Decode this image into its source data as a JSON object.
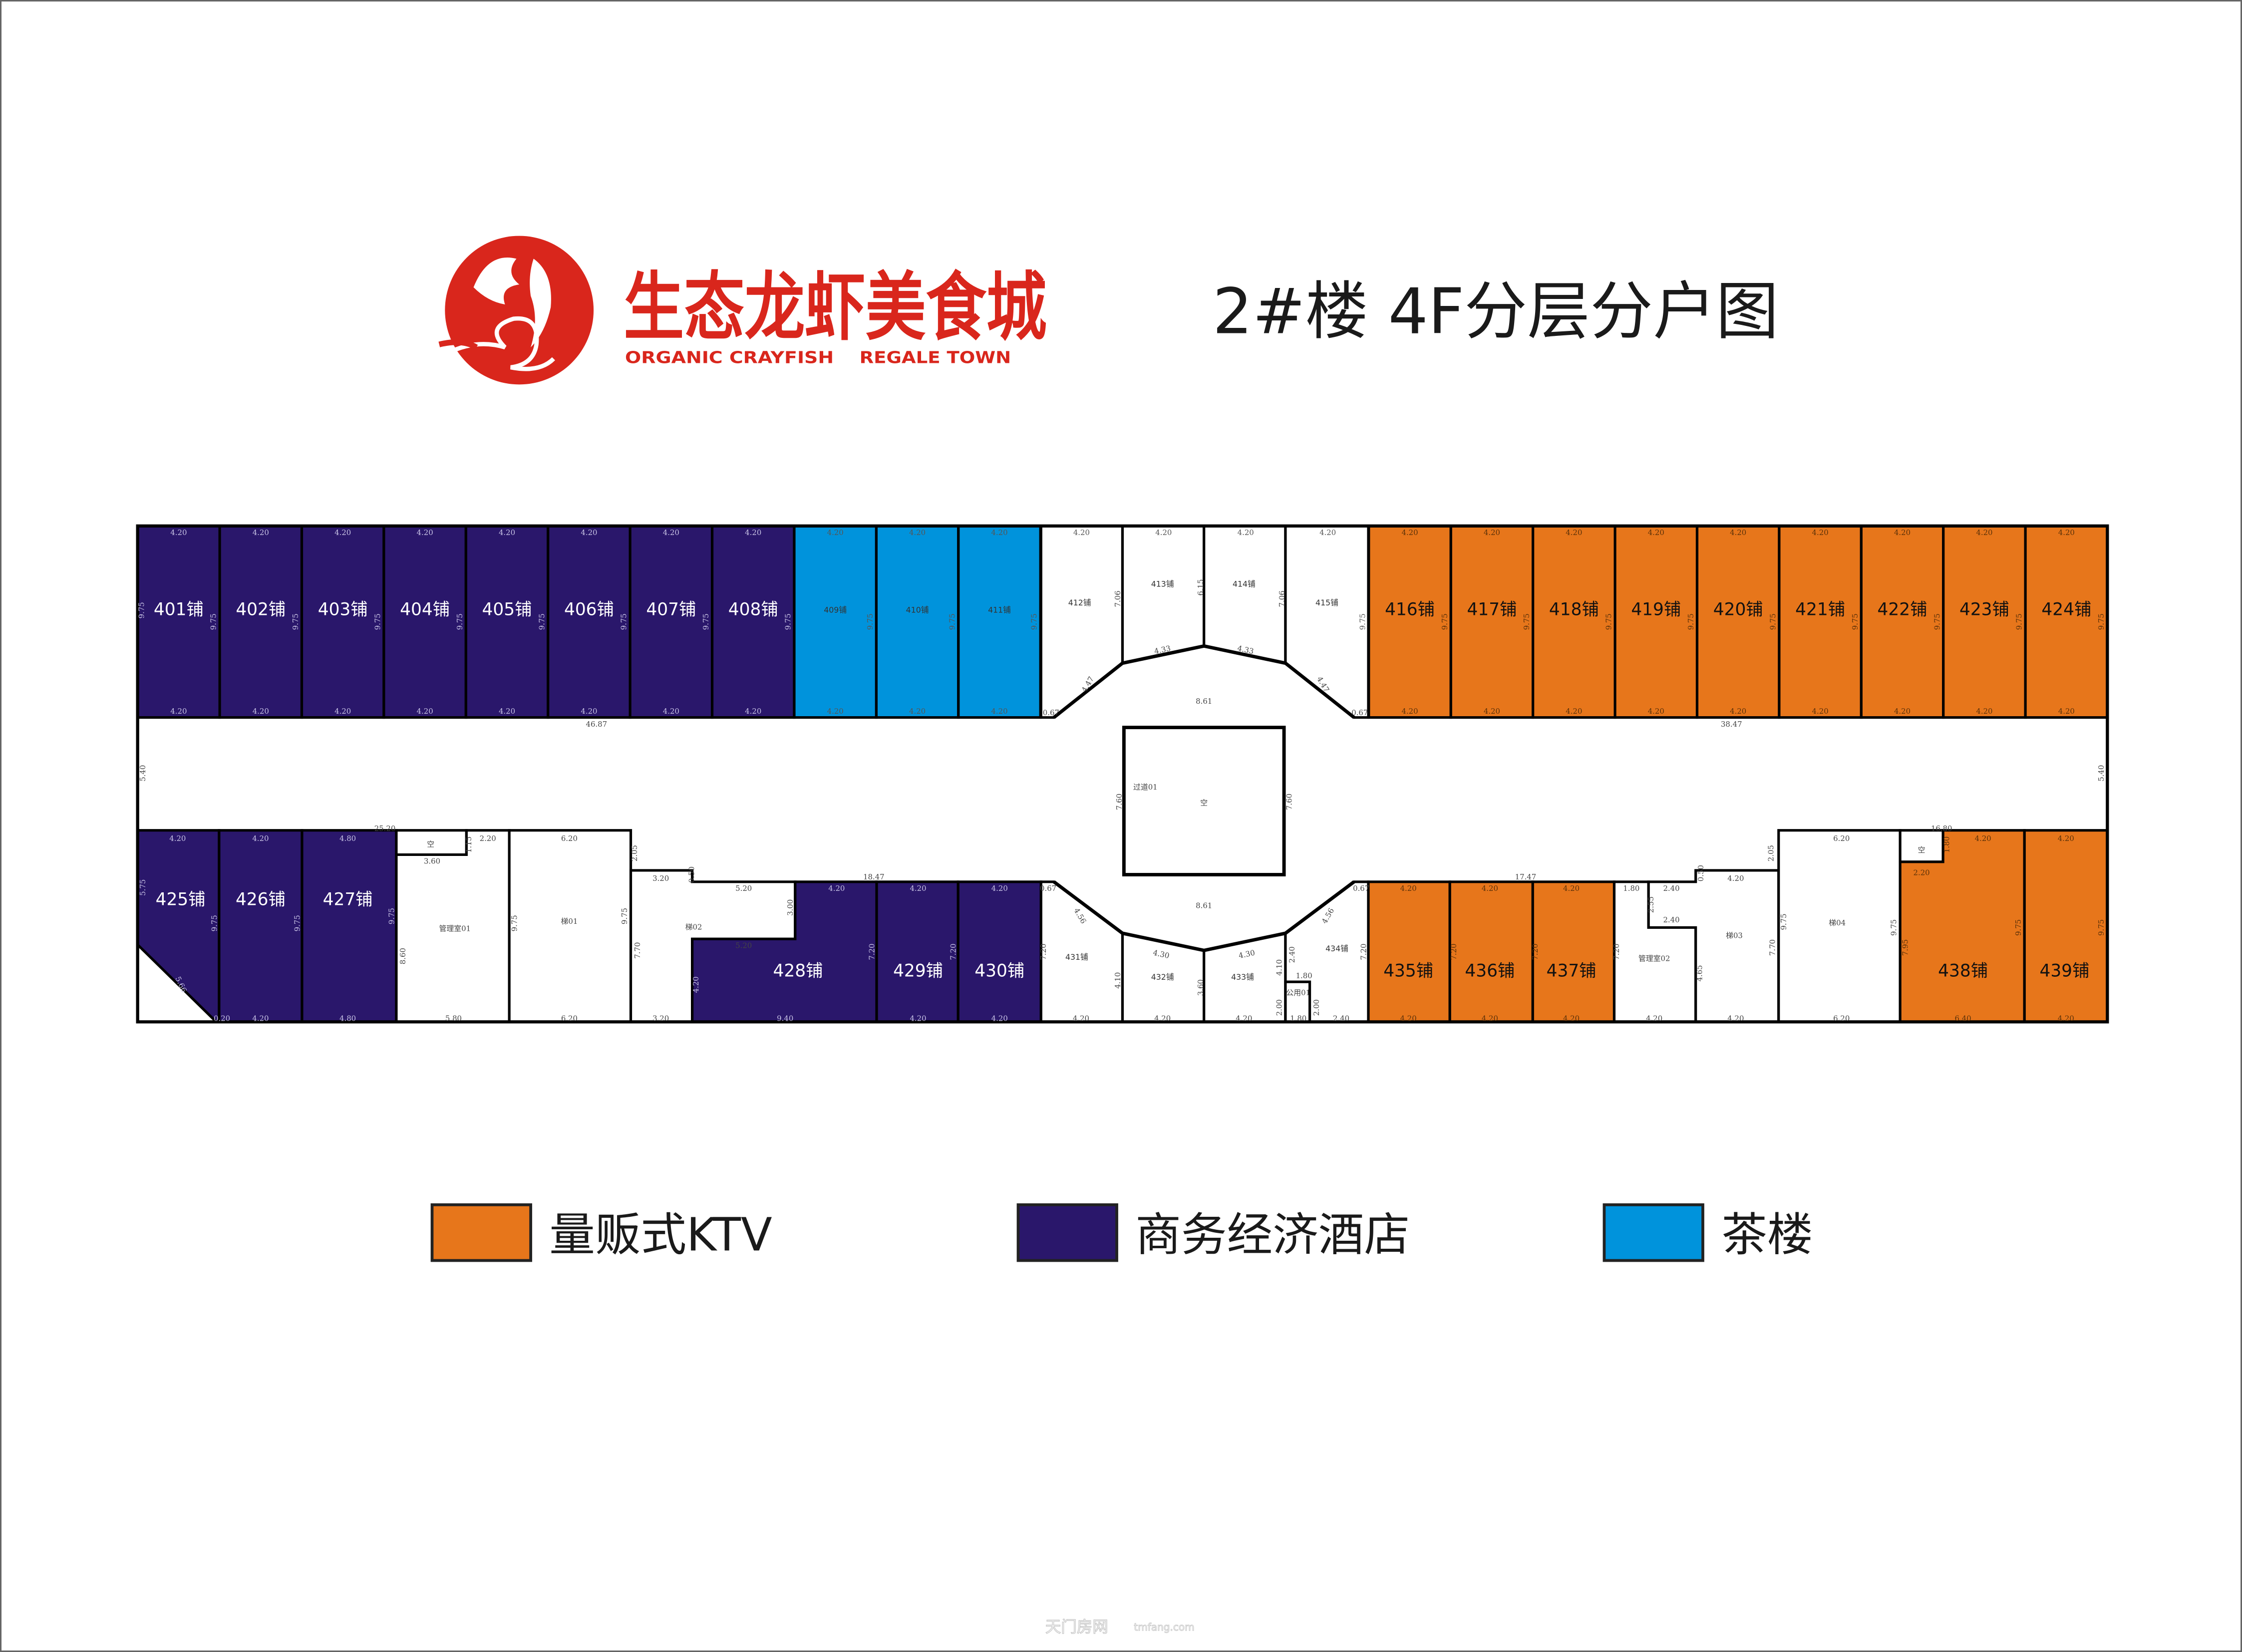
{
  "colors": {
    "ktv": "#e7761b",
    "hotel": "#2a176b",
    "tea": "#0093dc",
    "none": "#ffffff",
    "brand": "#d9261c"
  },
  "logo": {
    "name_cn": "生态龙虾美食城",
    "name_en_1": "ORGANIC CRAYFISH",
    "name_en_2": "REGALE TOWN"
  },
  "title": "2#楼 4F分层分户图",
  "legend": [
    {
      "type": "ktv",
      "label": "量贩式KTV"
    },
    {
      "type": "hotel",
      "label": "商务经济酒店"
    },
    {
      "type": "tea",
      "label": "茶楼"
    }
  ],
  "watermark": {
    "cn": "天门房网",
    "en": "tmfang.com"
  },
  "top_units": [
    {
      "id": "401",
      "label": "401铺",
      "type": "hotel",
      "dims": {
        "top": "4.20",
        "bottom": "4.20",
        "side": "9.75"
      }
    },
    {
      "id": "402",
      "label": "402铺",
      "type": "hotel",
      "dims": {
        "top": "4.20",
        "bottom": "4.20",
        "side": "9.75"
      }
    },
    {
      "id": "403",
      "label": "403铺",
      "type": "hotel",
      "dims": {
        "top": "4.20",
        "bottom": "4.20",
        "side": "9.75"
      }
    },
    {
      "id": "404",
      "label": "404铺",
      "type": "hotel",
      "dims": {
        "top": "4.20",
        "bottom": "4.20",
        "side": "9.75"
      }
    },
    {
      "id": "405",
      "label": "405铺",
      "type": "hotel",
      "dims": {
        "top": "4.20",
        "bottom": "4.20",
        "side": "9.75"
      }
    },
    {
      "id": "406",
      "label": "406铺",
      "type": "hotel",
      "dims": {
        "top": "4.20",
        "bottom": "4.20",
        "side": "9.75"
      }
    },
    {
      "id": "407",
      "label": "407铺",
      "type": "hotel",
      "dims": {
        "top": "4.20",
        "bottom": "4.20",
        "side": "9.75"
      }
    },
    {
      "id": "408",
      "label": "408铺",
      "type": "hotel",
      "dims": {
        "top": "4.20",
        "bottom": "4.20",
        "side": "9.75"
      }
    },
    {
      "id": "409",
      "label": "409铺",
      "type": "tea",
      "dims": {
        "top": "4.20",
        "bottom": "4.20",
        "side": "9.75"
      }
    },
    {
      "id": "410",
      "label": "410铺",
      "type": "tea",
      "dims": {
        "top": "4.20",
        "bottom": "4.20",
        "side": "9.75"
      }
    },
    {
      "id": "411",
      "label": "411铺",
      "type": "tea",
      "dims": {
        "top": "4.20",
        "bottom": "4.20",
        "side": "9.75"
      }
    },
    {
      "id": "412",
      "label": "412铺",
      "type": "none",
      "dims": {
        "top": "4.20"
      }
    },
    {
      "id": "413",
      "label": "413铺",
      "type": "none",
      "dims": {
        "top": "4.20"
      }
    },
    {
      "id": "414",
      "label": "414铺",
      "type": "none",
      "dims": {
        "top": "4.20"
      }
    },
    {
      "id": "415",
      "label": "415铺",
      "type": "none",
      "dims": {
        "top": "4.20",
        "side": "9.75"
      }
    },
    {
      "id": "416",
      "label": "416铺",
      "type": "ktv",
      "dims": {
        "top": "4.20",
        "bottom": "4.20",
        "side": "9.75"
      }
    },
    {
      "id": "417",
      "label": "417铺",
      "type": "ktv",
      "dims": {
        "top": "4.20",
        "bottom": "4.20",
        "side": "9.75"
      }
    },
    {
      "id": "418",
      "label": "418铺",
      "type": "ktv",
      "dims": {
        "top": "4.20",
        "bottom": "4.20",
        "side": "9.75"
      }
    },
    {
      "id": "419",
      "label": "419铺",
      "type": "ktv",
      "dims": {
        "top": "4.20",
        "bottom": "4.20",
        "side": "9.75"
      }
    },
    {
      "id": "420",
      "label": "420铺",
      "type": "ktv",
      "dims": {
        "top": "4.20",
        "bottom": "4.20",
        "side": "9.75"
      }
    },
    {
      "id": "421",
      "label": "421铺",
      "type": "ktv",
      "dims": {
        "top": "4.20",
        "bottom": "4.20",
        "side": "9.75"
      }
    },
    {
      "id": "422",
      "label": "422铺",
      "type": "ktv",
      "dims": {
        "top": "4.20",
        "bottom": "4.20",
        "side": "9.75"
      }
    },
    {
      "id": "423",
      "label": "423铺",
      "type": "ktv",
      "dims": {
        "top": "4.20",
        "bottom": "4.20",
        "side": "9.75"
      }
    },
    {
      "id": "424",
      "label": "424铺",
      "type": "ktv",
      "dims": {
        "top": "4.20",
        "bottom": "4.20",
        "side": "9.75"
      }
    }
  ],
  "bottom_units": [
    {
      "id": "425",
      "label": "425铺",
      "type": "hotel"
    },
    {
      "id": "426",
      "label": "426铺",
      "type": "hotel"
    },
    {
      "id": "427",
      "label": "427铺",
      "type": "hotel"
    },
    {
      "id": "mgmt01",
      "type": "none"
    },
    {
      "id": "void01",
      "type": "none"
    },
    {
      "id": "stair01",
      "type": "none"
    },
    {
      "id": "stair02",
      "type": "none"
    },
    {
      "id": "428",
      "label": "428铺",
      "type": "hotel"
    },
    {
      "id": "429",
      "label": "429铺",
      "type": "hotel"
    },
    {
      "id": "430",
      "label": "430铺",
      "type": "hotel"
    },
    {
      "id": "431",
      "label": "431铺",
      "type": "none"
    },
    {
      "id": "432",
      "label": "432铺",
      "type": "none"
    },
    {
      "id": "433",
      "label": "433铺",
      "type": "none"
    },
    {
      "id": "434",
      "label": "434铺",
      "type": "none"
    },
    {
      "id": "pub01",
      "type": "none"
    },
    {
      "id": "435",
      "label": "435铺",
      "type": "ktv"
    },
    {
      "id": "436",
      "label": "436铺",
      "type": "ktv"
    },
    {
      "id": "437",
      "label": "437铺",
      "type": "ktv"
    },
    {
      "id": "mgmt02",
      "type": "none"
    },
    {
      "id": "stair03",
      "type": "none"
    },
    {
      "id": "stair04",
      "type": "none"
    },
    {
      "id": "438",
      "label": "438铺",
      "type": "ktv"
    },
    {
      "id": "void02",
      "type": "none"
    },
    {
      "id": "439",
      "label": "439铺",
      "type": "ktv"
    }
  ],
  "annotations": [
    "46.87",
    "38.47",
    "5.40",
    "5.40",
    "8.61",
    "8.61",
    "7.06",
    "6.15",
    "7.06",
    "4.33",
    "4.33",
    "4.47",
    "4.47",
    "0.67",
    "0.67",
    "过道01",
    "空",
    "7.60",
    "7.60",
    "25.20",
    "18.47",
    "17.47",
    "16.80",
    "9.75",
    "4.20",
    "4.20",
    "4.80",
    "5.75",
    "5.66",
    "0.20",
    "4.20",
    "4.80",
    "9.75",
    "9.75",
    "9.75",
    "空",
    "2.20",
    "1.15",
    "3.60",
    "8.60",
    "管理室01",
    "5.80",
    "9.75",
    "6.20",
    "梯01",
    "6.20",
    "2.05",
    "9.75",
    "7.70",
    "3.20",
    "0.50",
    "5.20",
    "梯02",
    "5.20",
    "3.00",
    "4.20",
    "3.20",
    "9.40",
    "4.20",
    "4.20",
    "4.20",
    "7.20",
    "7.20",
    "4.20",
    "4.20",
    "0.67",
    "4.56",
    "7.20",
    "4.10",
    "4.30",
    "4.30",
    "3.60",
    "4.10",
    "2.40",
    "4.56",
    "0.67",
    "7.20",
    "1.80",
    "2.00",
    "2.00",
    "4.20",
    "4.20",
    "4.20",
    "1.80",
    "2.40",
    "4.20",
    "4.20",
    "4.20",
    "7.20",
    "7.20",
    "7.20",
    "4.20",
    "4.20",
    "4.20",
    "1.80",
    "2.40",
    "2.55",
    "2.40",
    "4.65",
    "管理室02",
    "4.20",
    "0.50",
    "4.20",
    "梯03",
    "4.20",
    "2.05",
    "7.70",
    "9.75",
    "6.20",
    "梯04",
    "6.20",
    "9.75",
    "空",
    "1.80",
    "2.20",
    "7.95",
    "4.20",
    "9.75",
    "6.40",
    "4.20",
    "9.75",
    "4.20",
    "公用01"
  ]
}
